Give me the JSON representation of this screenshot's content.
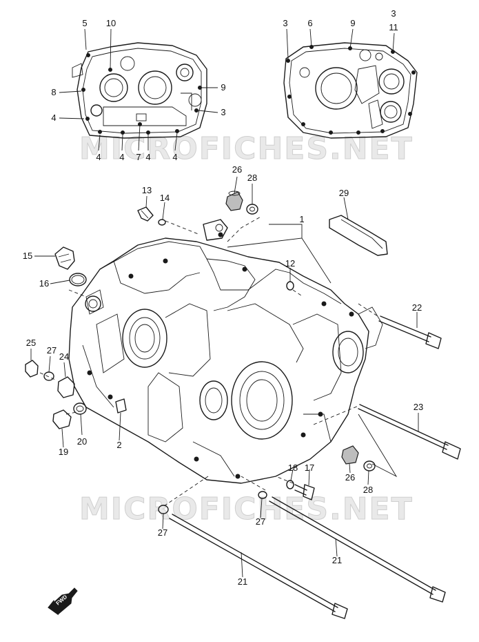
{
  "watermark": "MICROFICHES.NET",
  "fwd_label": "FWD",
  "callouts": [
    {
      "id": "c5",
      "text": "5"
    },
    {
      "id": "c10",
      "text": "10"
    },
    {
      "id": "c8",
      "text": "8"
    },
    {
      "id": "c4a",
      "text": "4"
    },
    {
      "id": "c9a",
      "text": "9"
    },
    {
      "id": "c3a",
      "text": "3"
    },
    {
      "id": "c4b",
      "text": "4"
    },
    {
      "id": "c4c",
      "text": "4"
    },
    {
      "id": "c7",
      "text": "7"
    },
    {
      "id": "c4d",
      "text": "4"
    },
    {
      "id": "c4e",
      "text": "4"
    },
    {
      "id": "c3b",
      "text": "3"
    },
    {
      "id": "c6",
      "text": "6"
    },
    {
      "id": "c9b",
      "text": "9"
    },
    {
      "id": "c3c",
      "text": "3"
    },
    {
      "id": "c11",
      "text": "11"
    },
    {
      "id": "c26a",
      "text": "26"
    },
    {
      "id": "c28a",
      "text": "28"
    },
    {
      "id": "c13",
      "text": "13"
    },
    {
      "id": "c14",
      "text": "14"
    },
    {
      "id": "c29",
      "text": "29"
    },
    {
      "id": "c1",
      "text": "1"
    },
    {
      "id": "c15",
      "text": "15"
    },
    {
      "id": "c12",
      "text": "12"
    },
    {
      "id": "c16",
      "text": "16"
    },
    {
      "id": "c22",
      "text": "22"
    },
    {
      "id": "c25",
      "text": "25"
    },
    {
      "id": "c27a",
      "text": "27"
    },
    {
      "id": "c24",
      "text": "24"
    },
    {
      "id": "c23",
      "text": "23"
    },
    {
      "id": "c20",
      "text": "20"
    },
    {
      "id": "c19",
      "text": "19"
    },
    {
      "id": "c2",
      "text": "2"
    },
    {
      "id": "c26b",
      "text": "26"
    },
    {
      "id": "c18",
      "text": "18"
    },
    {
      "id": "c17",
      "text": "17"
    },
    {
      "id": "c28b",
      "text": "28"
    },
    {
      "id": "c27b",
      "text": "27"
    },
    {
      "id": "c27c",
      "text": "27"
    },
    {
      "id": "c21a",
      "text": "21"
    },
    {
      "id": "c21b",
      "text": "21"
    }
  ]
}
